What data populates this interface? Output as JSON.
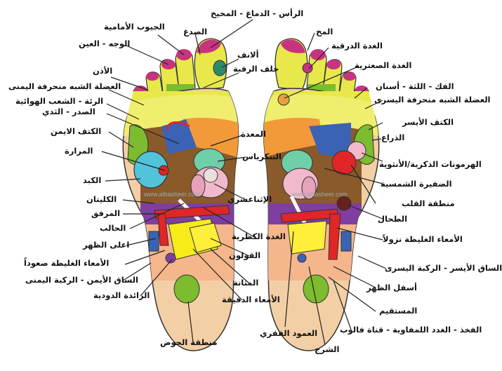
{
  "watermark": "www.albasheer.com",
  "labels": {
    "head_brain": "الرأس - الدماغ - المخيخ",
    "sinuses": "الجيوب الأمامية",
    "temple": "الصدغ",
    "face_eye": "الوجه - العين",
    "nose": "ألانف",
    "neck_back": "خلف الرقبة",
    "ear": "الأذن",
    "trapezius_right": "العضلة الشبه منحرفة اليمنى",
    "lung_bronchi": "الرئة - الشعب الهوائية",
    "chest_breast": "الصدر - الثدي",
    "right_shoulder": "الكتف الايمن",
    "stomach": "المعدة",
    "gallbladder": "المرارة",
    "pancreas": "البنكرياس",
    "liver": "الكبد",
    "duodenum": "الإثناعشري",
    "kidneys": "الكليتان",
    "elbow": "المرفق",
    "ureter": "الحالب",
    "adrenal": "الغدة الكظرية",
    "upper_back": "اعلى الظهر",
    "colon": "القولون",
    "ascending_colon": "الأمعاء الغليظة صعوداً",
    "right_leg_knee": "الساق الأيمن - الركبة اليمنى",
    "bladder": "المثانة",
    "appendix": "الزائدة الدودية",
    "small_intestine": "الأمعاء الدقيقة",
    "pelvis": "منطقة الحوض",
    "brain": "المخ",
    "pituitary": "الغدة الدرقية",
    "pineal": "الغدة الصعترية",
    "jaw_gums_teeth": "الفك - اللثة - أسنان",
    "trapezius_left": "العضلة الشبه منحرفة اليسرى",
    "left_shoulder": "الكتف الأيسر",
    "arm": "الذراع",
    "hormones": "الهرمونات الذكرية/الأنثوية",
    "solar_plexus": "الضفيرة الشمسية",
    "heart": "منطقة القلب",
    "spleen": "الطحال",
    "descending_colon": "الأمعاء الغليظة نزولاً",
    "left_leg_knee": "الساق الأيسر - الركبة اليسرى",
    "lower_back": "أسفل الظهر",
    "rectum": "المستقيم",
    "thigh_lymph_fallopian": "الفخذ - الغدد اللمفاوية - قناة فالوب",
    "spine": "العمود الفقري",
    "anus": "الشرج"
  },
  "colors": {
    "outline": "#333333",
    "foot": "#f3cfa5",
    "toes_yellow": "#e8e84a",
    "toe_tips": "#c8337f",
    "lung": "#f0ee6e",
    "solar": "#e6a13a",
    "orange": "#f29a3a",
    "blue": "#3b63b5",
    "green": "#7cbc2e",
    "teal": "#52c3d9",
    "mint": "#6fcfa8",
    "pink": "#f2b9cc",
    "red": "#e02626",
    "purple": "#7f3fa0",
    "peach": "#f5b68c",
    "yellow": "#ffef3a",
    "brown": "#7a4a2a",
    "dark_red": "#6a1f1f",
    "sea": "#2e8a6a"
  }
}
